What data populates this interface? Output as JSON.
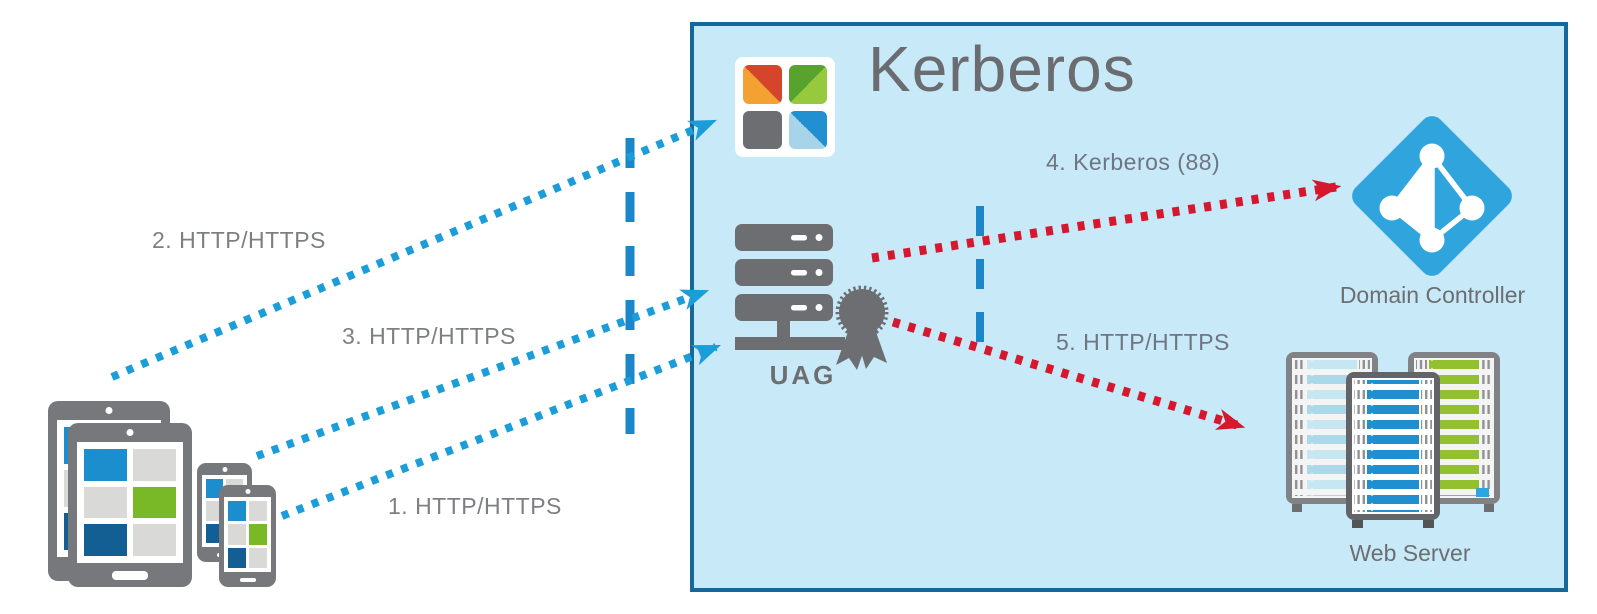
{
  "diagram": {
    "title": "Kerberos",
    "nodes": {
      "uag": {
        "label": "UAG",
        "icon": "uag-server-certificate-icon"
      },
      "domain_controller": {
        "label": "Domain Controller",
        "icon": "active-directory-icon"
      },
      "web_server": {
        "label": "Web Server",
        "icon": "server-rack-icon"
      },
      "clients": {
        "icon": "mobile-devices-icon"
      },
      "workspace_one": {
        "icon": "workspace-one-logo-icon"
      }
    },
    "flows": [
      {
        "label": "1. HTTP/HTTPS",
        "color": "#1b9dd9"
      },
      {
        "label": "2. HTTP/HTTPS",
        "color": "#1b9dd9"
      },
      {
        "label": "3. HTTP/HTTPS",
        "color": "#1b9dd9"
      },
      {
        "label": "4. Kerberos (88)",
        "color": "#d6182f"
      },
      {
        "label": "5. HTTP/HTTPS",
        "color": "#d6182f"
      }
    ],
    "colors": {
      "zone_fill": "#c7e9f8",
      "zone_border": "#16689b",
      "http_flow_blue": "#1b9dd9",
      "kerberos_flow_red": "#d6182f",
      "boundary_dash_blue": "#1b86c9",
      "text_gray": "#6d6e71"
    }
  }
}
